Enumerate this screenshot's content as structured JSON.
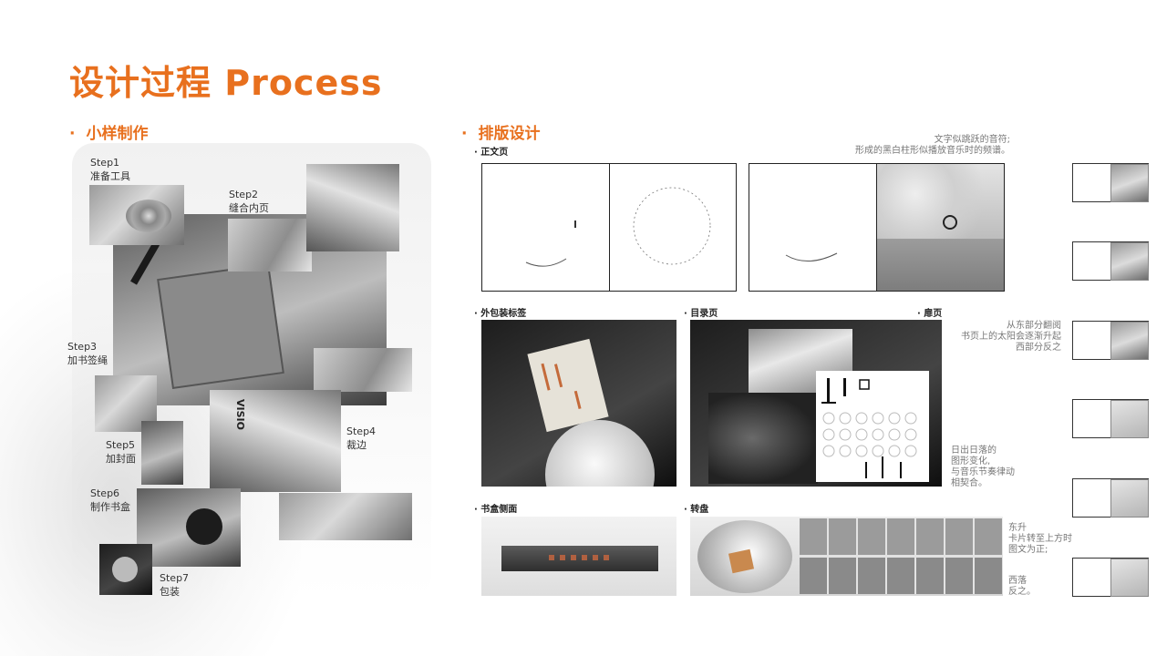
{
  "title": "设计过程   Process",
  "left": {
    "heading": "小样制作",
    "bullet": "·",
    "steps": [
      {
        "step": "Step1",
        "text": "准备工具"
      },
      {
        "step": "Step2",
        "text": "缝合内页"
      },
      {
        "step": "Step3",
        "text": "加书签绳"
      },
      {
        "step": "Step4",
        "text": "裁边"
      },
      {
        "step": "Step5",
        "text": "加封面"
      },
      {
        "step": "Step6",
        "text": "制作书盒"
      },
      {
        "step": "Step7",
        "text": "包装"
      }
    ]
  },
  "right": {
    "heading": "排版设计",
    "bullet": "·",
    "labels": {
      "body_pages": "· 正文页",
      "outer_label": "· 外包装标签",
      "toc": "· 目录页",
      "flyleaf": "· 扉页",
      "box_side": "· 书盒侧面",
      "turntable": "· 转盘"
    },
    "notes": {
      "note1_line1": "文字似跳跃的音符;",
      "note1_line2": "形成的黑白柱形似播放音乐时的频谱。",
      "note2_line1": "从东部分翻阅",
      "note2_line2": "书页上的太阳会逐渐升起",
      "note2_line3": "西部分反之",
      "note3_line1": "日出日落的",
      "note3_line2": "图形变化,",
      "note3_line3": "与音乐节奏律动",
      "note3_line4": "相契合。",
      "note4_line1": "东升",
      "note4_line2": "卡片转至上方时",
      "note4_line3": "图文为正;",
      "note5_line1": "西落",
      "note5_line2": "反之。"
    },
    "photo_text": {
      "visio": "VISIO"
    }
  }
}
